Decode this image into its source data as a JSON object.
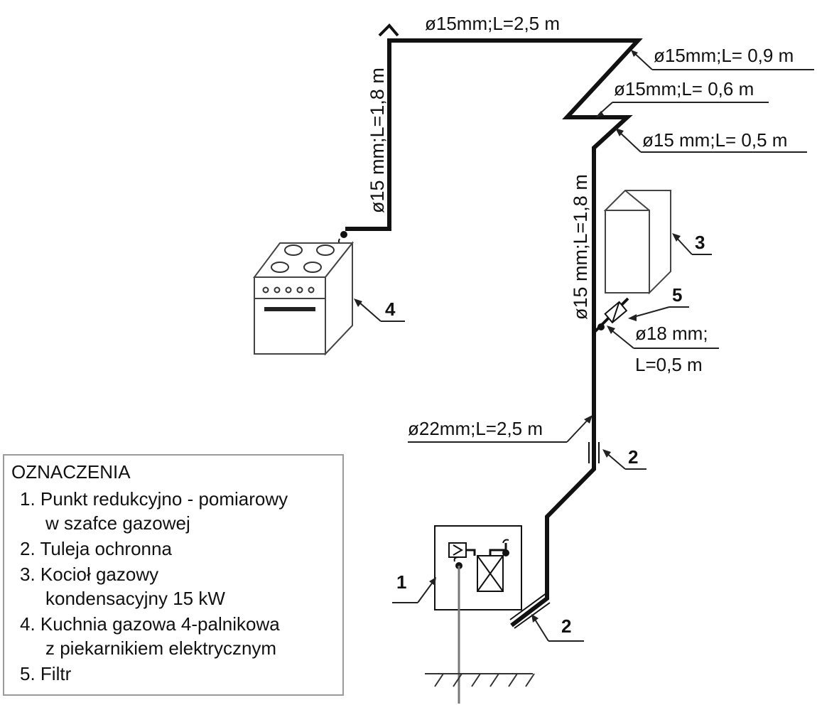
{
  "pipes": [
    {
      "label": "ø15mm;L=2,5 m"
    },
    {
      "label": "ø15mm;L= 0,9 m"
    },
    {
      "label": "ø15mm;L= 0,6 m"
    },
    {
      "label": "ø15 mm;L= 0,5 m"
    },
    {
      "label": "ø15 mm;L=1,8 m"
    },
    {
      "label": "ø15 mm;L=1,8 m"
    },
    {
      "label_line1": "ø18 mm;",
      "label_line2": "L=0,5 m"
    },
    {
      "label": "ø22mm;L=2,5 m"
    }
  ],
  "markers": {
    "m1": "1",
    "m2a": "2",
    "m2b": "2",
    "m3": "3",
    "m4": "4",
    "m5": "5"
  },
  "legend": {
    "title": "OZNACZENIA",
    "items": [
      "1. Punkt redukcyjno - pomiarowy",
      "w szafce gazowej",
      "2. Tuleja ochronna",
      "3. Kocioł gazowy",
      "kondensacyjny 15 kW",
      "4. Kuchnia gazowa 4-palnikowa",
      "z piekarnikiem elektrycznym",
      "5. Filtr"
    ]
  }
}
